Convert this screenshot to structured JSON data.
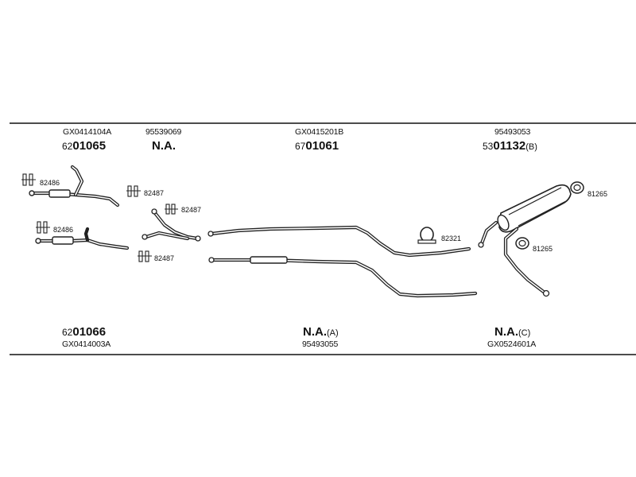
{
  "colors": {
    "line": "#222222",
    "background": "#ffffff"
  },
  "top_row": [
    {
      "code": "GX0414104A",
      "pn_prefix": "62",
      "pn_main": "01065",
      "pn_suffix": ""
    },
    {
      "code": "95539069",
      "pn_prefix": "",
      "pn_main": "N.A.",
      "pn_suffix": ""
    },
    {
      "code": "GX0415201B",
      "pn_prefix": "67",
      "pn_main": "01061",
      "pn_suffix": ""
    },
    {
      "code": "95493053",
      "pn_prefix": "53",
      "pn_main": "01132",
      "pn_suffix": "(B)"
    }
  ],
  "bottom_row": [
    {
      "code": "GX0414003A",
      "pn_prefix": "62",
      "pn_main": "01066",
      "pn_suffix": ""
    },
    {
      "code": "95493055",
      "pn_prefix": "",
      "pn_main": "N.A.",
      "pn_suffix": "(A)"
    },
    {
      "code": "GX0524601A",
      "pn_prefix": "",
      "pn_main": "N.A.",
      "pn_suffix": "(C)"
    }
  ],
  "accessories": {
    "clamp_a": "82486",
    "clamp_b": "82486",
    "clamp_c": "82487",
    "clamp_d": "82487",
    "clamp_e": "82487",
    "clamp_f": "82321",
    "gasket_a": "81265",
    "gasket_b": "81265"
  }
}
